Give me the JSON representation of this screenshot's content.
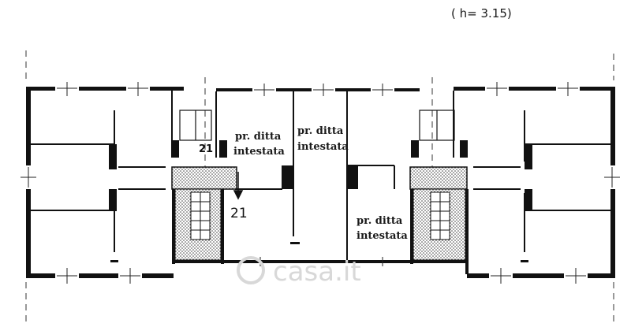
{
  "annotation": {
    "height_note": "( h= 3.15)"
  },
  "rooms": {
    "left": {
      "line1": "pr. ditta",
      "line2": "intestata"
    },
    "center": {
      "line1": "pr. ditta",
      "line2": "intestata"
    },
    "right": {
      "line1": "pr. ditta",
      "line2": "intestata"
    }
  },
  "stair_labels": {
    "top": "21",
    "bottom": "21"
  },
  "watermark": {
    "text": "casa.it"
  },
  "colors": {
    "ink": "#111111",
    "paper": "#ffffff",
    "hatch": "#555555"
  }
}
